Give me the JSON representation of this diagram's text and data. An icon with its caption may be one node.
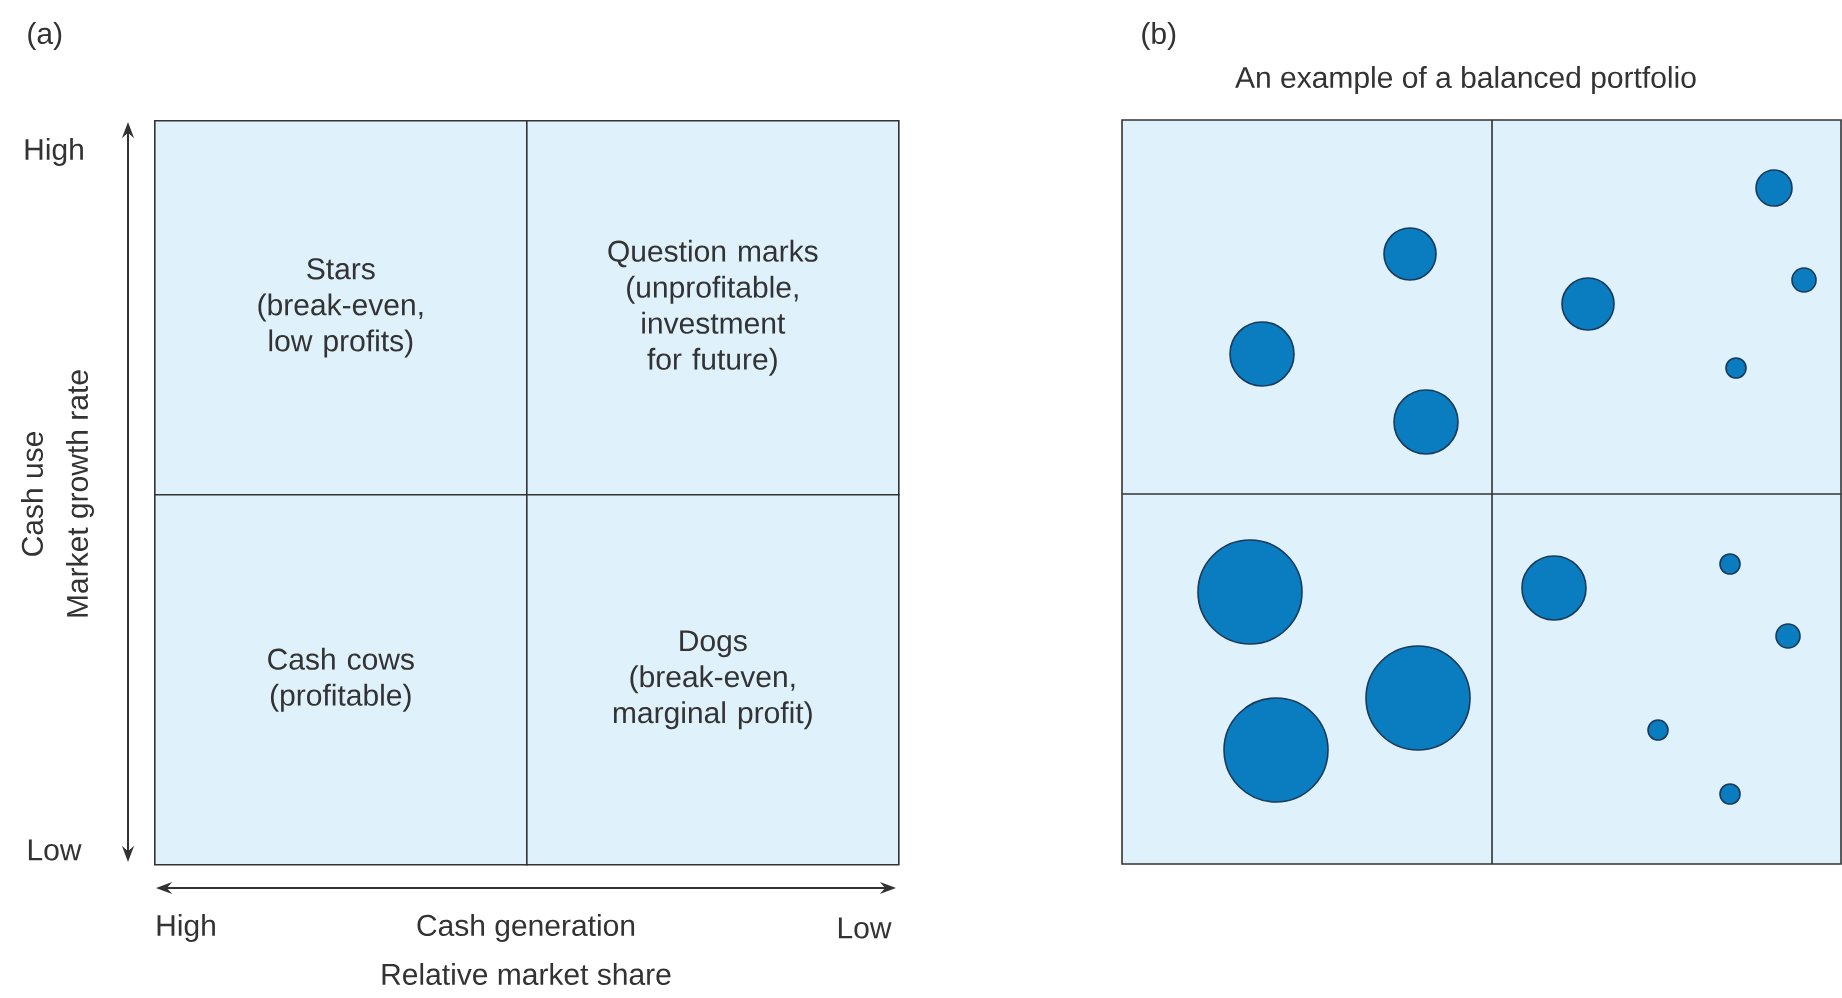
{
  "diagram": {
    "nodes": [
      {
        "text": [
          "Stars",
          "(break-even, low profits)"
        ]
      },
      {
        "text": [
          "Question marks",
          "(unprofitable, investment for future)"
        ]
      },
      {
        "text": [
          "Cash cows",
          "(profitable)"
        ]
      },
      {
        "text": [
          "Dogs",
          "(break-even, marginal profit)"
        ]
      }
    ],
    "labels": [
      "(a)",
      "High",
      "Low",
      "Cash use",
      "Market growth rate",
      "High",
      "Cash generation",
      "Low",
      "Relative market share",
      "(b)",
      "An example of a balanced portfolio"
    ]
  }
}
